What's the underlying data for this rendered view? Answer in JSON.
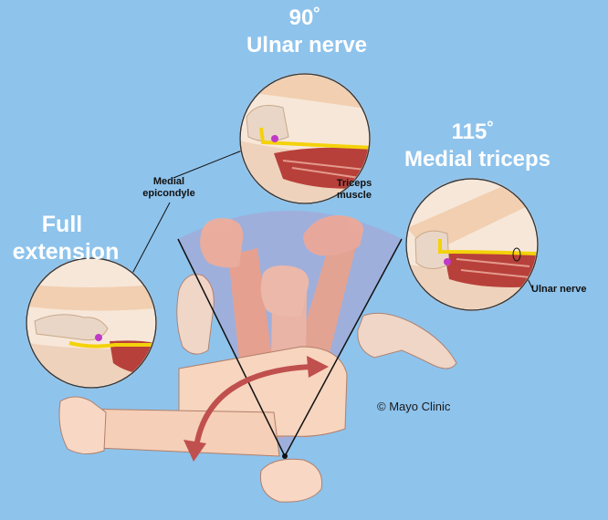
{
  "labels": {
    "top_angle": "90˚",
    "top_name": "Ulnar nerve",
    "right_angle": "115˚",
    "right_name": "Medial triceps",
    "left_line1": "Full",
    "left_line2": "extension",
    "medial_epicondyle_line1": "Medial",
    "medial_epicondyle_line2": "epicondyle",
    "triceps_line1": "Triceps",
    "triceps_line2": "muscle",
    "ulnar_nerve": "Ulnar nerve",
    "credit": "© Mayo Clinic"
  },
  "colors": {
    "background": "#8ec3ec",
    "title_text": "#ffffff",
    "callout_text": "#111111",
    "nerve": "#f4d20a",
    "muscle": "#b8403a",
    "skin": "#f2c2a0",
    "arrow": "#c0504d",
    "epicondyle_dot": "#c038c8"
  },
  "icons": {
    "arc_arrow": "curved-double-arrow-icon"
  }
}
